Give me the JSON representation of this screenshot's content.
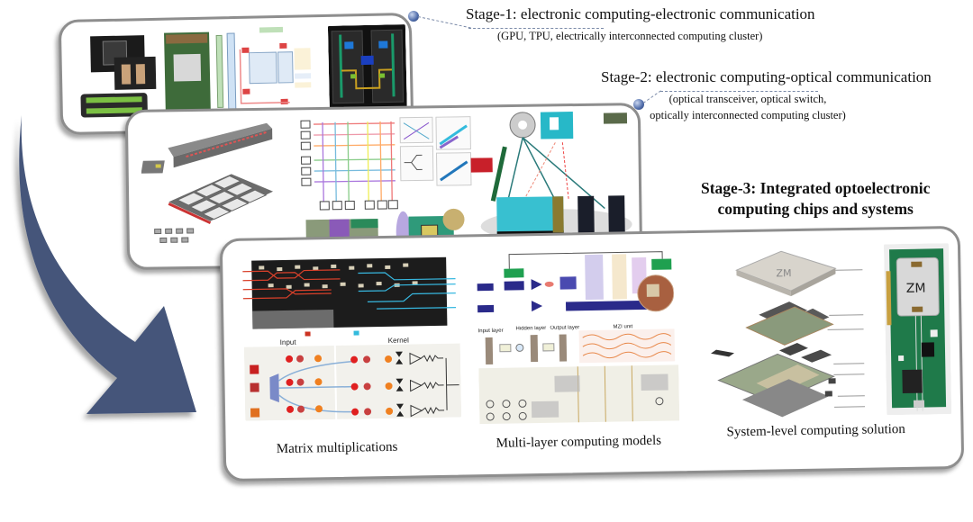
{
  "stages": [
    {
      "title": "Stage-1: electronic computing-electronic communication",
      "subtitle": "(GPU, TPU, electrically interconnected computing cluster)",
      "images": [
        "gpu-cards-photo",
        "tpu-board-and-block-diagram",
        "multi-gpu-interconnect-diagram"
      ]
    },
    {
      "title": "Stage-2: electronic computing-optical communication",
      "subtitle_lines": [
        "(optical transceiver, optical switch,",
        "optically interconnected computing cluster)"
      ],
      "images": [
        "co-packaged-optics-illustration",
        "optical-switch-crossbar-figure",
        "optical-switch-cluster-diagram"
      ]
    },
    {
      "title_lines": [
        "Stage-3:   Integrated optoelectronic",
        "computing chips and systems"
      ],
      "sections": [
        {
          "caption": "Matrix multiplications",
          "images": [
            "mzi-mesh-chip-photo",
            "optical-convolution-kernel-schematic"
          ]
        },
        {
          "caption": "Multi-layer computing models",
          "images": [
            "optical-neural-network-setup",
            "mzi-multi-layer-network-schematic"
          ]
        },
        {
          "caption": "System-level computing solution",
          "images": [
            "exploded-chip-package-3d",
            "optoelectronic-pcb-board-photo"
          ]
        }
      ]
    }
  ],
  "figure_labels": {
    "input": "Input",
    "kernel": "Kernel",
    "input_layer": "Input layer",
    "hidden_layer": "Hidden layer",
    "output_layer": "Output layer",
    "mzi_unit": "MZI unit",
    "logo": "ZM"
  },
  "colors": {
    "arrow": "#44557a",
    "panel_border": "#8e8e8e",
    "knob": "#4d6aa8"
  }
}
